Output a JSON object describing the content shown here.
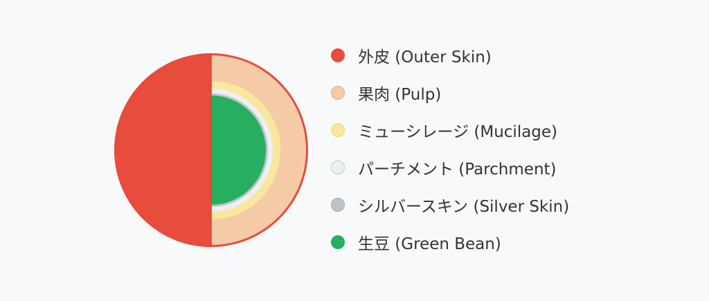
{
  "legend": [
    {
      "label": "外皮 (Outer Skin)",
      "color": "#e74c3c",
      "border": "#e74c3c"
    },
    {
      "label": "果肉 (Pulp)",
      "color": "#f5cba7",
      "border": "#e5a97c"
    },
    {
      "label": "ミューシレージ (Mucilage)",
      "color": "#f9e79f",
      "border": "#ead67a"
    },
    {
      "label": "パーチメント (Parchment)",
      "color": "#ecf0f1",
      "border": "#bfc6c9"
    },
    {
      "label": "シルバースキン (Silver Skin)",
      "color": "#bdc3c7",
      "border": "#a4abb0"
    },
    {
      "label": "生豆 (Green Bean)",
      "color": "#27ae60",
      "border": "#27ae60"
    }
  ],
  "colors": {
    "background": "#f8f9fa",
    "outer_skin": "#e74c3c",
    "outer_skin_edge": "#d9442f",
    "pulp": "#f5cba7",
    "mucilage": "#f9e79f",
    "parchment": "#ecf0f1",
    "silver_skin": "#bdc3c7",
    "green_bean": "#27ae60"
  }
}
